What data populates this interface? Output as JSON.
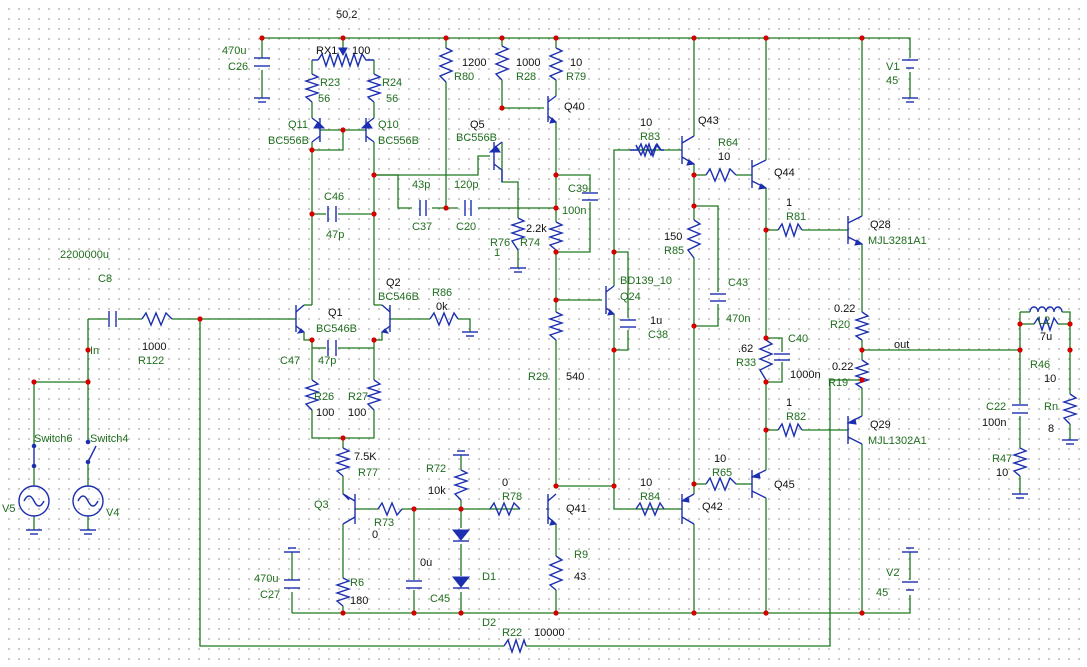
{
  "labels": {
    "top_voltage": "50.2",
    "c26": "C26",
    "c26_val": "470u",
    "rx1": "RX1",
    "rx1_val": "100",
    "r23": "R23",
    "r23_val": "56",
    "r24": "R24",
    "r24_val": "56",
    "r80": "R80",
    "r28_val": "1200",
    "r28": "R28",
    "r79_val": "1000",
    "r79": "R79",
    "r79b_val": "10",
    "q40": "Q40",
    "q11": "Q11",
    "q11_type": "BC556B",
    "q10": "Q10",
    "q10_type": "BC556B",
    "q5": "Q5",
    "q5_type": "BC556B",
    "r83_val": "10",
    "r83": "R83",
    "q43": "Q43",
    "r64": "R64",
    "r64_val": "10",
    "q44": "Q44",
    "v1": "V1",
    "v1_val": "45",
    "c46": "C46",
    "c46_val": "47p",
    "c37_val": "43p",
    "c37": "C37",
    "c20_val": "120p",
    "c20": "C20",
    "c39": "C39",
    "c39_val": "100n",
    "r74_val": "2.2k",
    "r74": "R74",
    "r76": "R76",
    "r76_val": "1",
    "r85_val": "150",
    "r85": "R85",
    "r81_val": "1",
    "r81": "R81",
    "q28": "Q28",
    "q28_type": "MJL3281A1",
    "c8_val": "2200000u",
    "c8": "C8",
    "q2": "Q2",
    "q2_type": "BC546B",
    "r86": "R86",
    "r86_val": "0k",
    "q24_type": "BD139_10",
    "q24": "Q24",
    "c43": "C43",
    "c43_val": "470n",
    "r20_val": "0.22",
    "r20": "R20",
    "q1": "Q1",
    "q1_type": "BC546B",
    "c38_val": "1u",
    "c38": "C38",
    "in": "In",
    "r122_val": "1000",
    "r122": "R122",
    "c47": "C47",
    "c47_val": "47p",
    "c40": "C40",
    "c40_val": "1000n",
    "r33_val": ".62",
    "r33": "R33",
    "out": "out",
    "r19_val": "0.22",
    "r19": "R19",
    "l2": "L2",
    "l2_val": "7u",
    "r46": "R46",
    "r46_val": "10",
    "rn": "Rn",
    "rn_val": "8",
    "r29": "R29",
    "r29_val": "540",
    "r26": "R26",
    "r26_val": "100",
    "r27": "R27",
    "r27_val": "100",
    "switch6": "Switch6",
    "switch4": "Switch4",
    "r82_val": "1",
    "r82": "R82",
    "q29": "Q29",
    "q29_type": "MJL1302A1",
    "c22": "C22",
    "c22_val": "100n",
    "r47": "R47",
    "r47_val": "10",
    "r77_val": "7.5K",
    "r77": "R77",
    "r72": "R72",
    "r72_val": "10k",
    "r78_val": "0",
    "r78": "R78",
    "r84_val": "10",
    "r84": "R84",
    "r65_val": "10",
    "r65": "R65",
    "q45": "Q45",
    "v5": "V5",
    "v4": "V4",
    "q3": "Q3",
    "r73": "R73",
    "r73_val": "0",
    "q41": "Q41",
    "q42": "Q42",
    "c45_val": "0u",
    "c45": "C45",
    "r9": "R9",
    "r9_val": "43",
    "d1": "D1",
    "c27_val": "470u",
    "c27": "C27",
    "r6": "R6",
    "r6_val": "180",
    "v2": "V2",
    "v2_val": "45",
    "d2": "D2",
    "r22": "R22",
    "r22_val": "10000"
  },
  "colors": {
    "wire": "#1f7a1f",
    "component": "#1c2fb0",
    "junction": "#d40000",
    "grid": "#9a9a9a"
  }
}
